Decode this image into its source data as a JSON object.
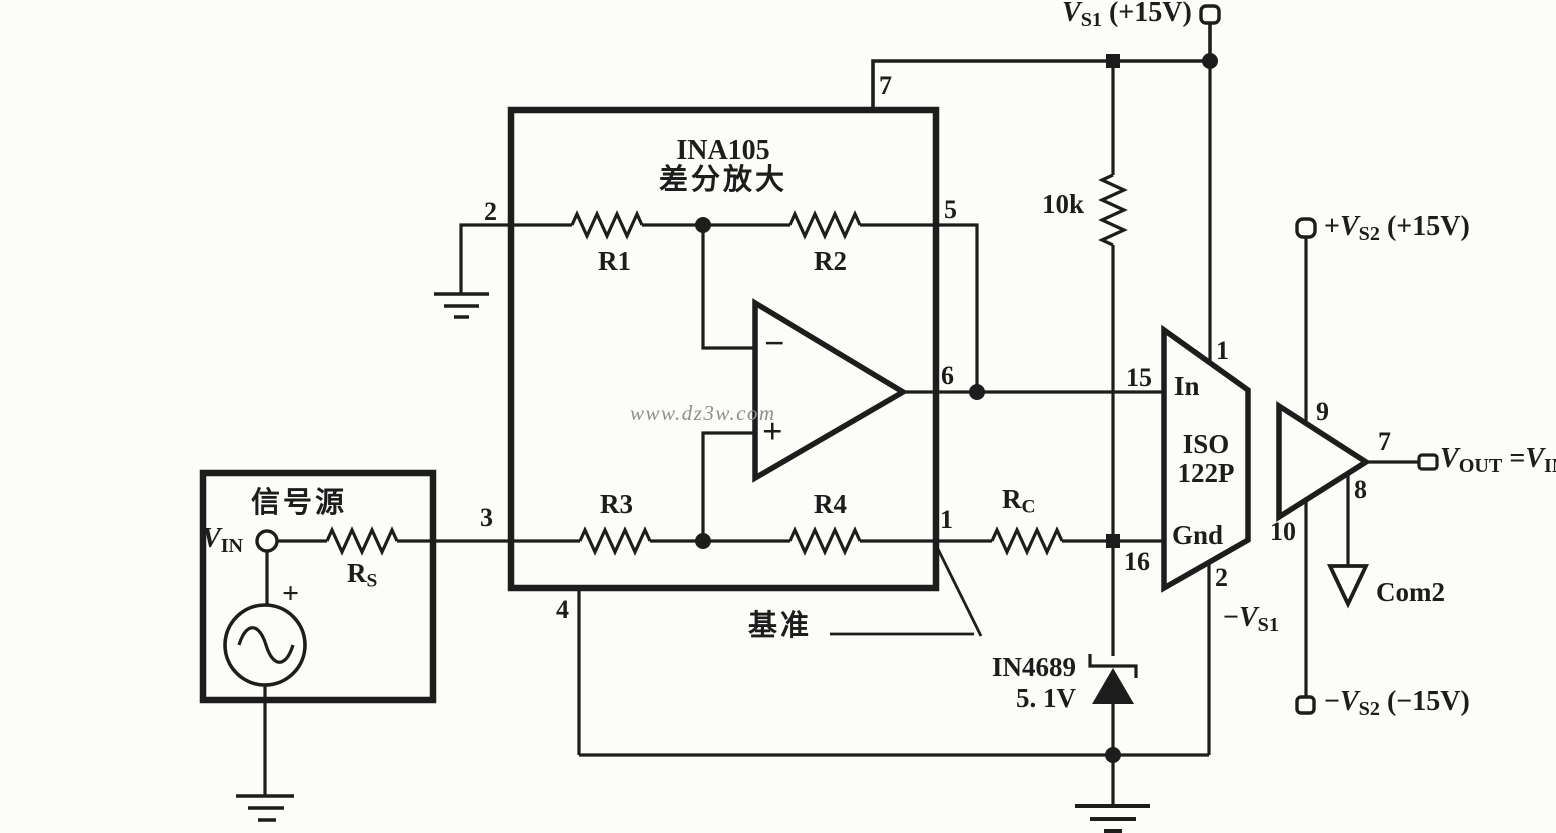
{
  "meta": {
    "watermark": "www.dz3w.com",
    "ink_color": "#1d1d1d",
    "background": "#fcfcf9"
  },
  "power": {
    "vs1": {
      "v": "V",
      "sub": "S1",
      "suffix": " (+15V)"
    },
    "pos_vs2": {
      "sign": "+",
      "v": "V",
      "sub": "S2",
      "suffix": " (+15V)"
    },
    "neg_vs2": {
      "sign": "−",
      "v": "V",
      "sub": "S2",
      "suffix": " (−15V)"
    },
    "neg_vs1": {
      "sign": "−",
      "v": "V",
      "sub": "S1"
    }
  },
  "signal_source": {
    "title": "信号源",
    "vin": {
      "v": "V",
      "sub": "IN"
    },
    "rs": {
      "r": "R",
      "sub": "S"
    },
    "polarity": "+"
  },
  "ina105": {
    "name": "INA105",
    "subtitle": "差分放大",
    "resistors": {
      "r1": "R1",
      "r2": "R2",
      "r3": "R3",
      "r4": "R4"
    },
    "pins": {
      "p7": "7",
      "p2": "2",
      "p5": "5",
      "p6": "6",
      "p3": "3",
      "p1": "1",
      "p4": "4"
    },
    "opamp": {
      "minus": "−",
      "plus": "+"
    },
    "ref_callout": "基准"
  },
  "iso122p": {
    "name_line1": "ISO",
    "name_line2": "122P",
    "in_label": "In",
    "gnd_label": "Gnd",
    "pins": {
      "p1": "1",
      "p2": "2",
      "p15": "15",
      "p16": "16"
    }
  },
  "output_buffer": {
    "pins": {
      "p9": "9",
      "p7": "7",
      "p8": "8",
      "p10": "10"
    },
    "com": "Com2"
  },
  "output": {
    "v": "V",
    "sub": "OUT",
    "eq": " =",
    "v2": "V",
    "sub2": "IN"
  },
  "passives": {
    "r10k": "10k",
    "rc": {
      "r": "R",
      "sub": "C"
    },
    "zener": {
      "name": "IN4689",
      "voltage": "5. 1V"
    }
  }
}
